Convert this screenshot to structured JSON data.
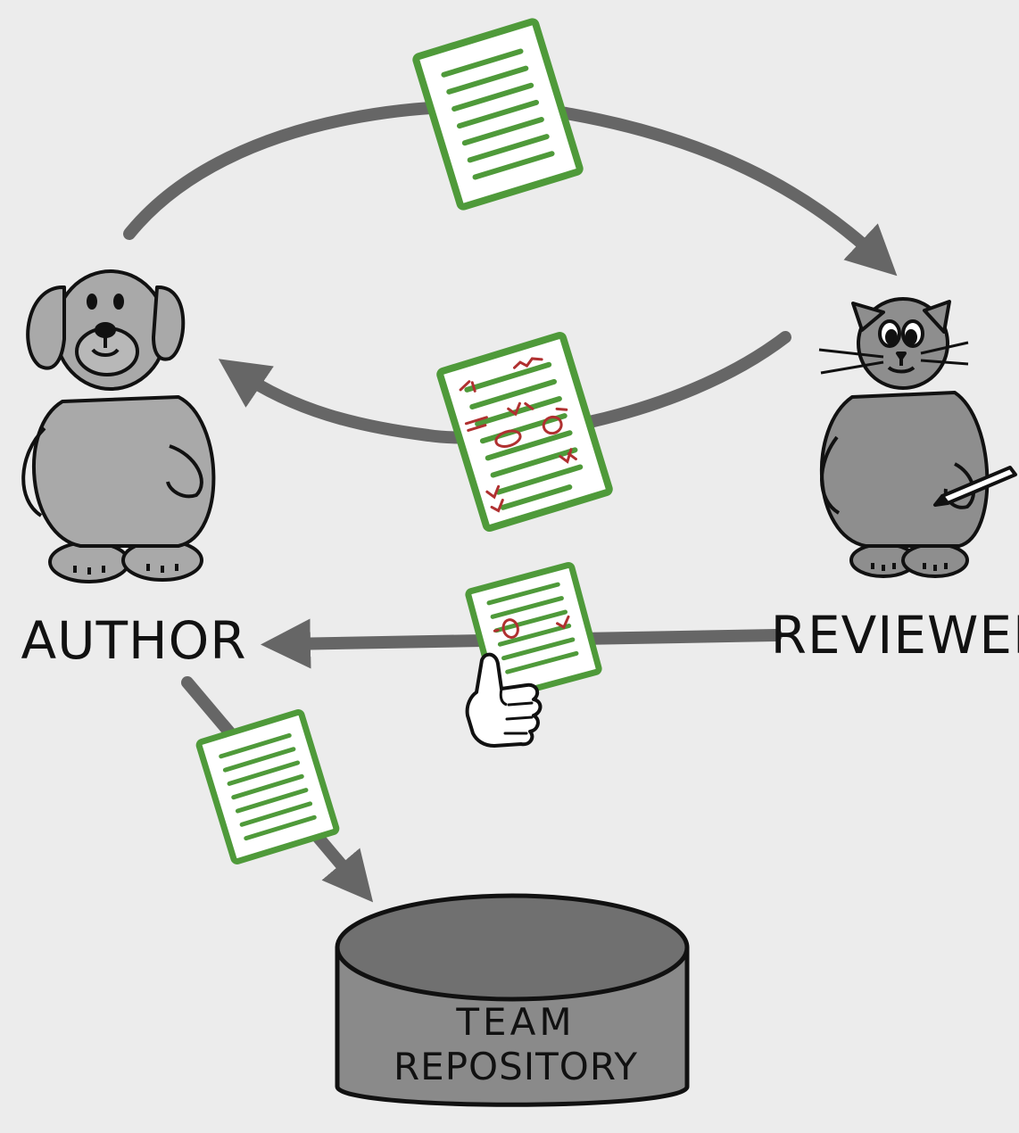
{
  "actors": {
    "author": {
      "label": "AUTHOR",
      "icon": "dog-icon"
    },
    "reviewer": {
      "label": "REVIEWER",
      "icon": "cat-icon"
    }
  },
  "repository": {
    "line1": "TEAM",
    "line2": "REPOSITORY",
    "icon": "database-cylinder-icon"
  },
  "colors": {
    "background": "#ececec",
    "arrow": "#666666",
    "document_border": "#4f9a3a",
    "document_lines": "#4f9a3a",
    "review_marks": "#b03030",
    "character_fill": "#a9a9a9",
    "cylinder_top": "#707070",
    "cylinder_body": "#8a8a8a"
  }
}
